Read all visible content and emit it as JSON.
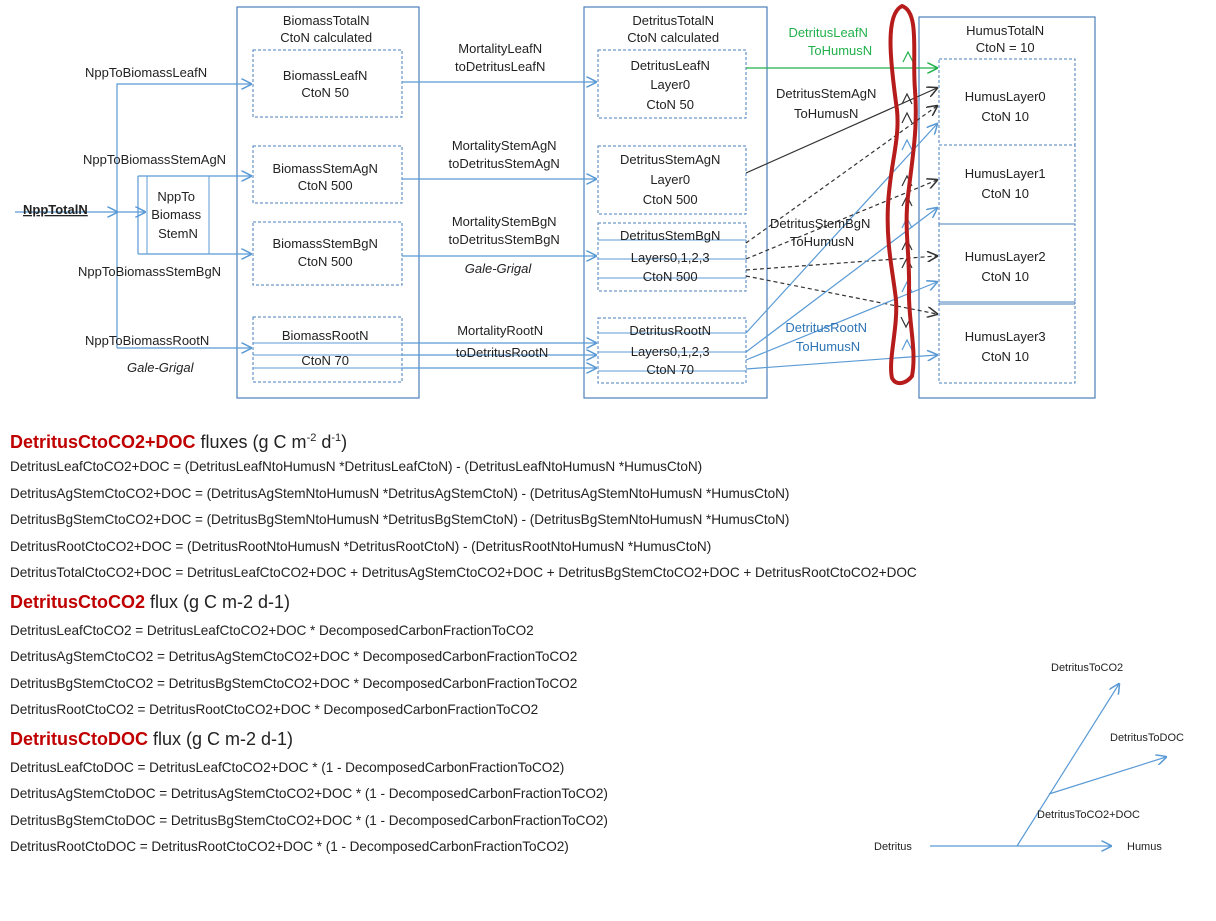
{
  "boxes": {
    "biomass_total": [
      "BiomassTotalN",
      "CtoN  calculated"
    ],
    "biomass_leaf": [
      "BiomassLeafN",
      "CtoN  50"
    ],
    "biomass_stem_ag": [
      "BiomassStemAgN",
      "CtoN  500"
    ],
    "biomass_stem_bg": [
      "BiomassStemBgN",
      "CtoN  500"
    ],
    "biomass_root": [
      "BiomassRootN",
      "CtoN  70"
    ],
    "detritus_total": [
      "DetritusTotalN",
      "CtoN  calculated"
    ],
    "detritus_leaf": [
      "DetritusLeafN",
      "Layer0",
      "CtoN  50"
    ],
    "detritus_stem_ag": [
      "DetritusStemAgN",
      "Layer0",
      "CtoN  500"
    ],
    "detritus_stem_bg": [
      "DetritusStemBgN",
      "Layers0,1,2,3",
      "CtoN  500"
    ],
    "detritus_root": [
      "DetritusRootN",
      "Layers0,1,2,3",
      "CtoN  70"
    ],
    "humus_total": [
      "HumusTotalN",
      "CtoN  = 10"
    ],
    "humus_layer0": [
      "HumusLayer0",
      "CtoN  10"
    ],
    "humus_layer1": [
      "HumusLayer1",
      "CtoN 10"
    ],
    "humus_layer2": [
      "HumusLayer2",
      "CtoN 10"
    ],
    "humus_layer3": [
      "HumusLayer3",
      "CtoN 10"
    ],
    "npp_to_biomass_stem": [
      "NppTo",
      "Biomass",
      "StemN"
    ]
  },
  "labels": {
    "npp_total": "NppTotalN",
    "npp_leaf": "NppToBiomassLeafN",
    "npp_stem_ag": "NppToBiomassStemAgN",
    "npp_stem_bg": "NppToBiomassStemBgN",
    "npp_root": "NppToBiomassRootN",
    "gale_grigal_left": "Gale-Grigal",
    "gale_grigal_mid": "Gale-Grigal",
    "mortality_leaf": [
      "MortalityLeafN",
      "toDetritusLeafN"
    ],
    "mortality_stem_ag": [
      "MortalityStemAgN",
      "toDetritusStemAgN"
    ],
    "mortality_stem_bg": [
      "MortalityStemBgN",
      "toDetritusStemBgN"
    ],
    "mortality_root": [
      "MortalityRootN",
      "toDetritusRootN"
    ],
    "detritus_leaf_to_humus": [
      "DetritusLeafN",
      "ToHumusN"
    ],
    "detritus_stem_ag_to_humus": [
      "DetritusStemAgN",
      "ToHumusN"
    ],
    "detritus_stem_bg_to_humus": [
      "DetritusStemBgN",
      "ToHumusN"
    ],
    "detritus_root_to_humus": [
      "DetritusRootN",
      "ToHumusN"
    ]
  },
  "mini_diagram": {
    "detritus": "Detritus",
    "humus": "Humus",
    "to_co2_doc": "DetritusToCO2+DOC",
    "to_co2": "DetritusToCO2",
    "to_doc": "DetritusToDOC"
  },
  "sections": [
    {
      "title_red": "DetritusCtoCO2+DOC",
      "title_rest": " fluxes (g C m",
      "sup1": "-2",
      "mid": " d",
      "sup2": "-1",
      "end": ")",
      "equations": [
        "DetritusLeafCtoCO2+DOC = (DetritusLeafNtoHumusN *DetritusLeafCtoN) - (DetritusLeafNtoHumusN *HumusCtoN)",
        "DetritusAgStemCtoCO2+DOC = (DetritusAgStemNtoHumusN *DetritusAgStemCtoN) - (DetritusAgStemNtoHumusN *HumusCtoN)",
        "DetritusBgStemCtoCO2+DOC = (DetritusBgStemNtoHumusN *DetritusBgStemCtoN) - (DetritusBgStemNtoHumusN *HumusCtoN)",
        "DetritusRootCtoCO2+DOC = (DetritusRootNtoHumusN *DetritusRootCtoN) - (DetritusRootNtoHumusN *HumusCtoN)",
        "DetritusTotalCtoCO2+DOC = DetritusLeafCtoCO2+DOC + DetritusAgStemCtoCO2+DOC + DetritusBgStemCtoCO2+DOC + DetritusRootCtoCO2+DOC"
      ]
    },
    {
      "title_red": "DetritusCtoCO2",
      "title_rest": " flux (g C m-2 d-1)",
      "equations": [
        "DetritusLeafCtoCO2 = DetritusLeafCtoCO2+DOC * DecomposedCarbonFractionToCO2",
        "DetritusAgStemCtoCO2 = DetritusAgStemCtoCO2+DOC * DecomposedCarbonFractionToCO2",
        "DetritusBgStemCtoCO2 = DetritusBgStemCtoCO2+DOC * DecomposedCarbonFractionToCO2",
        "DetritusRootCtoCO2 = DetritusRootCtoCO2+DOC * DecomposedCarbonFractionToCO2"
      ]
    },
    {
      "title_red": "DetritusCtoDOC",
      "title_rest": " flux (g C m-2 d-1)",
      "equations": [
        "DetritusLeafCtoDOC = DetritusLeafCtoCO2+DOC * (1 - DecomposedCarbonFractionToCO2)",
        "DetritusAgStemCtoDOC = DetritusAgStemCtoCO2+DOC * (1 - DecomposedCarbonFractionToCO2)",
        "DetritusBgStemCtoDOC = DetritusBgStemCtoCO2+DOC * (1 - DecomposedCarbonFractionToCO2)",
        "DetritusRootCtoDOC = DetritusRootCtoCO2+DOC * (1 - DecomposedCarbonFractionToCO2)"
      ]
    }
  ],
  "colors": {
    "blue": "#5b9bd5",
    "box_border": "#4a7ebb",
    "text": "#222222",
    "green": "#22b14c",
    "blue_label": "#2e75b6",
    "red_title": "#c00000",
    "outline": "#b71c1c"
  }
}
